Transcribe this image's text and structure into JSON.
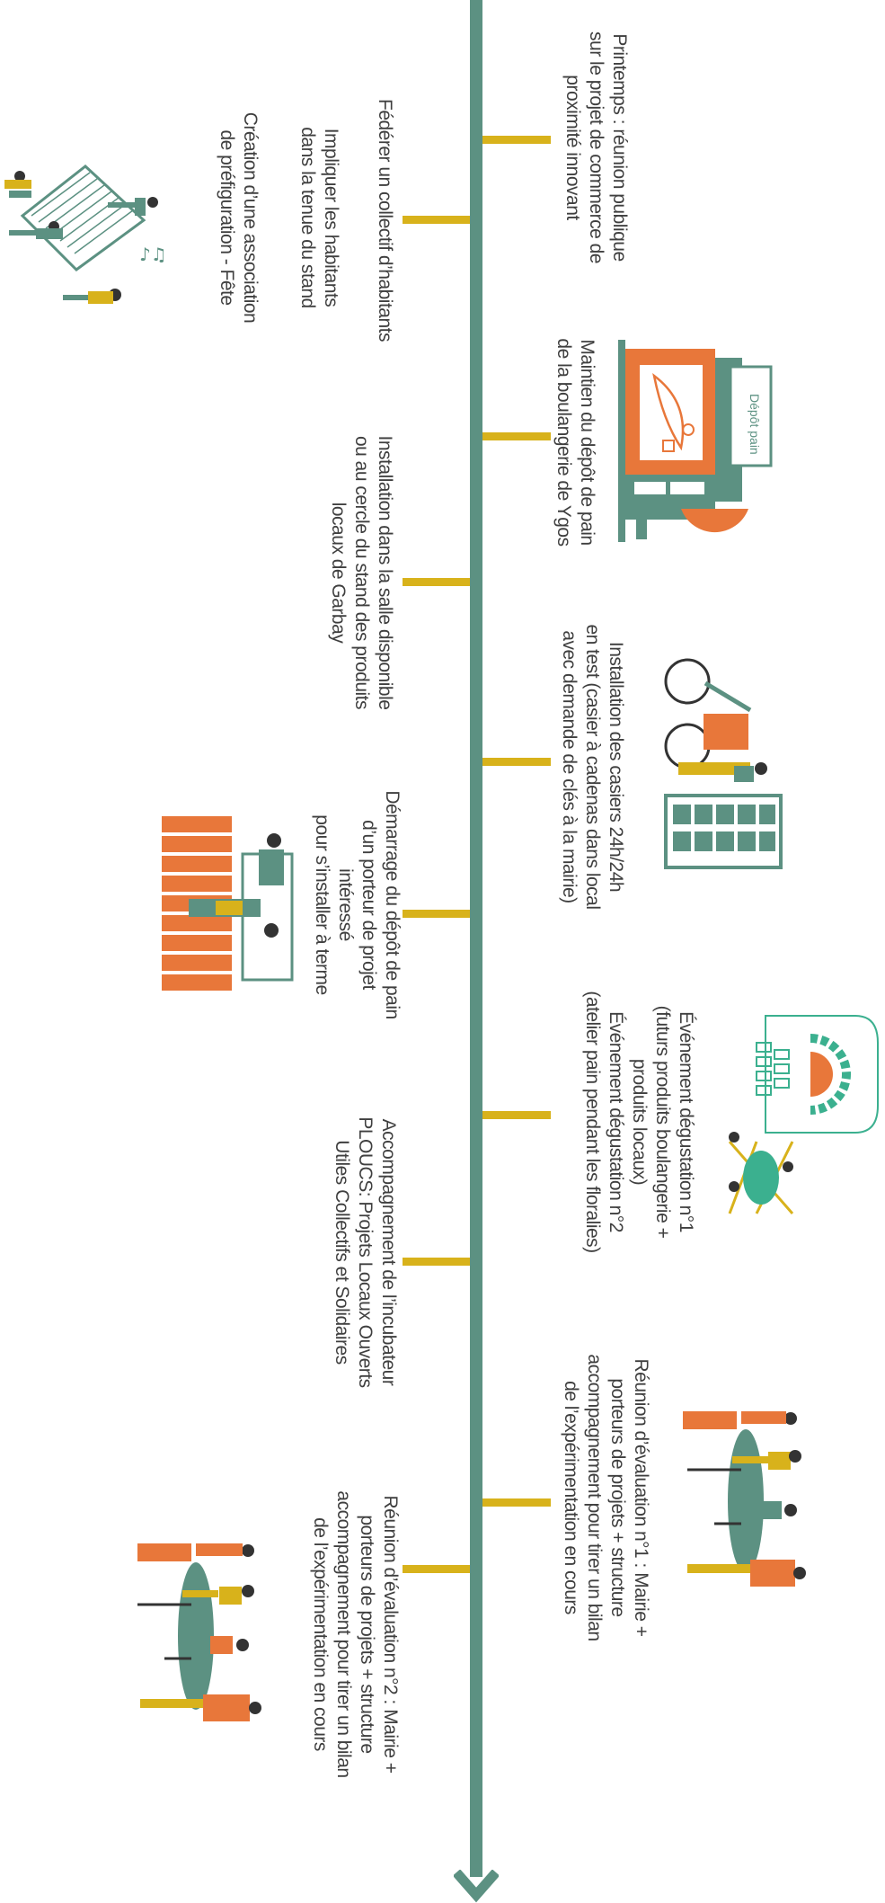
{
  "colors": {
    "axis": "#5c9182",
    "tick": "#d8b21b",
    "orange": "#e8773a",
    "green": "#5c9182",
    "mustard": "#d8b21b",
    "text": "#3f3f3f"
  },
  "events": [
    {
      "id": "reunion-publique",
      "side": "right",
      "text": "Printemps : réunion publique\nsur le projet de commerce de\nproximité innovant"
    },
    {
      "id": "federer",
      "side": "left",
      "text": "Fédérer un collectif d’habitants"
    },
    {
      "id": "impliquer",
      "side": "left",
      "text": "Impliquer les habitants\ndans la tenue du stand"
    },
    {
      "id": "association",
      "side": "left",
      "text": "Création d’une association\nde préfiguration - Fête"
    },
    {
      "id": "maintien-depot",
      "side": "right",
      "text": "Maintien du dépôt de pain\nde la boulangerie de Ygos"
    },
    {
      "id": "installation-salle",
      "side": "left",
      "text": "Installation dans la salle disponible\nou au cercle du stand des produits\nlocaux de Garbay"
    },
    {
      "id": "casiers",
      "side": "right",
      "text": "Installation des casiers 24h/24h\nen test (casier à cadenas dans local\navec demande de clés à la mairie)"
    },
    {
      "id": "demarrage",
      "side": "left",
      "text": "Démarrage du dépôt de pain\nd’un porteur de projet intéressé\npour s’installer à terme"
    },
    {
      "id": "degustation",
      "side": "right",
      "text": "Événement dégustation n°1\n(futurs produits boulangerie +\nproduits locaux)\nÉvénement dégustation n°2\n(atelier pain pendant les floralies)"
    },
    {
      "id": "incubateur",
      "side": "left",
      "text": "Accompagnement de l’incubateur\nPLOUCS: Projets Locaux Ouverts\nUtiles Collectifs et Solidaires"
    },
    {
      "id": "evaluation-1",
      "side": "right",
      "text": "Réunion d’évaluation n°1 : Mairie +\nporteurs de projets + structure\naccompagnement pour tirer un bilan\nde l’expérimentation en cours"
    },
    {
      "id": "evaluation-2",
      "side": "left",
      "text": "Réunion d’évaluation n°2 : Mairie +\nporteurs de projets + structure\naccompagnement pour tirer un bilan\nde l’expérimentation en cours"
    }
  ],
  "illustrations": {
    "depot_sign": "Dépôt pain",
    "fete": "party-icon",
    "boulangerie": "bakery-icon",
    "casiers": "lockers-icon",
    "depot_bread": "bread-table-icon",
    "four": "oven-icon",
    "reunion1": "meeting-icon",
    "reunion2": "meeting-icon"
  }
}
